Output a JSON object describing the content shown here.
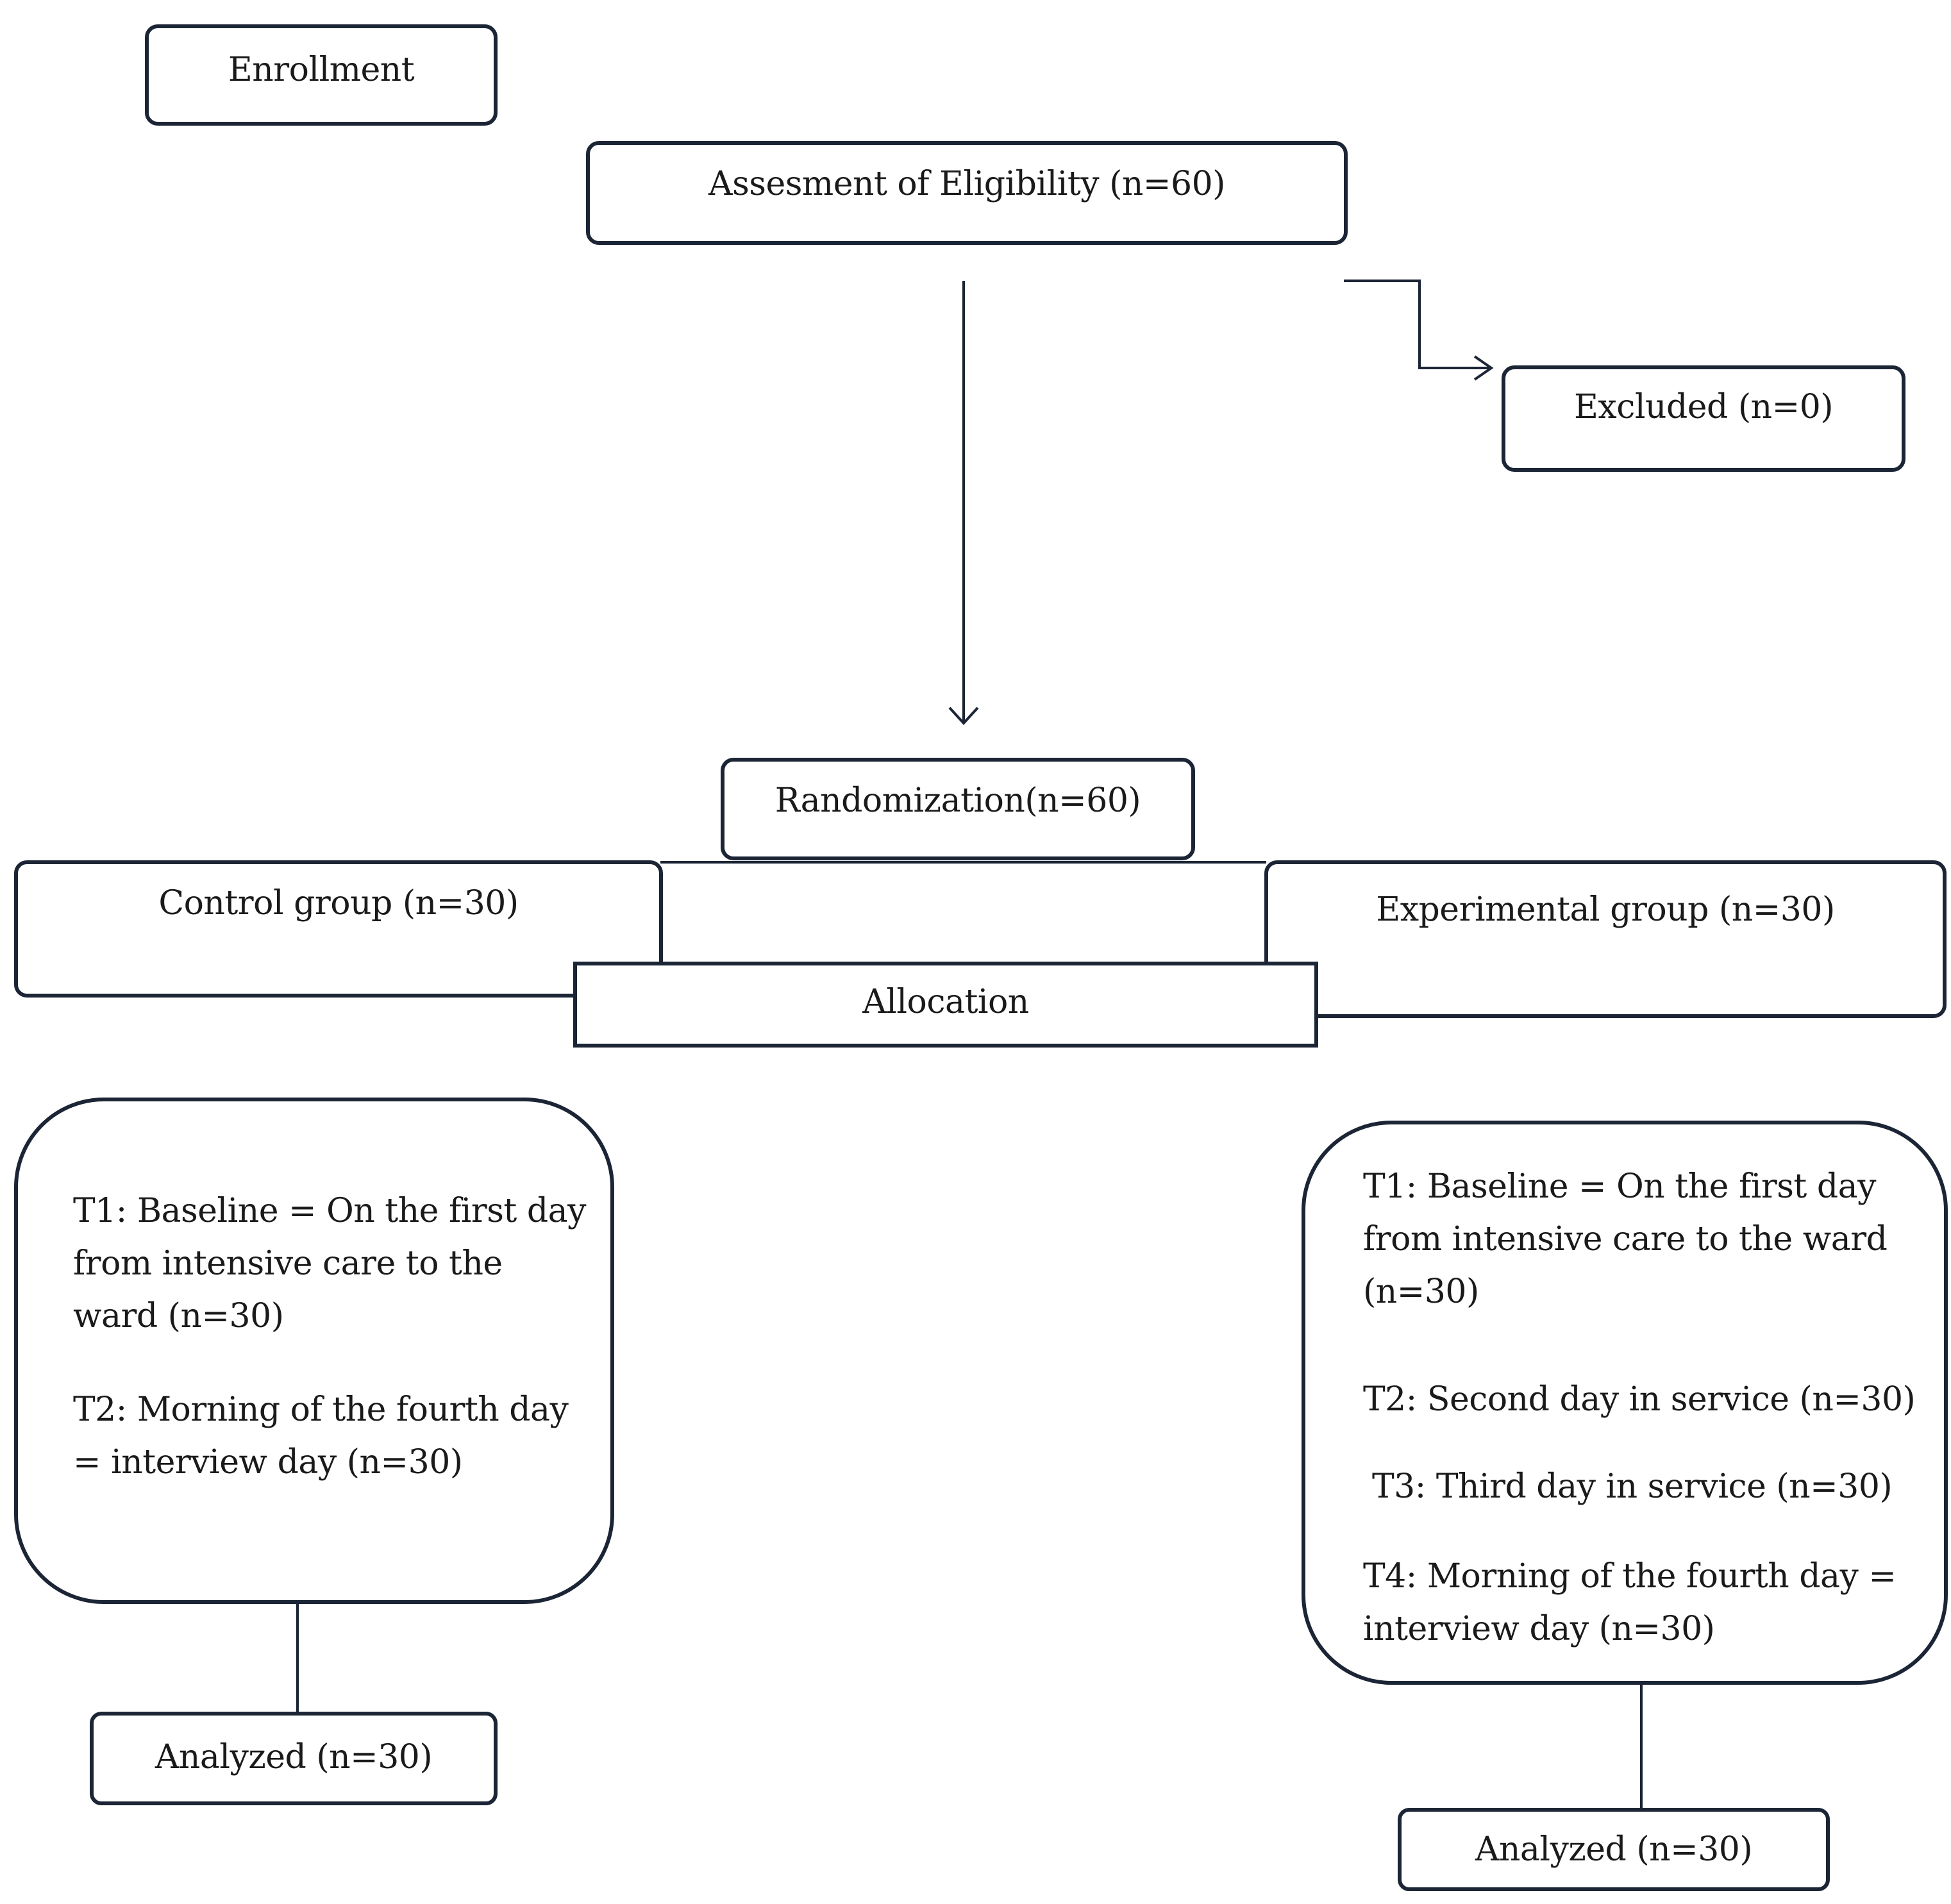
{
  "diagram": {
    "stroke_color": "#1b2535",
    "background_color": "#ffffff",
    "enrollment": {
      "label": "Enrollment"
    },
    "eligibility": {
      "label": "Assesment of Eligibility (n=60)"
    },
    "excluded": {
      "label": "Excluded (n=0)"
    },
    "randomization": {
      "label": "Randomization(n=60)"
    },
    "control_group": {
      "label": "Control group (n=30)"
    },
    "experimental_group": {
      "label": "Experimental group (n=30)"
    },
    "allocation": {
      "label": "Allocation"
    },
    "control_timeline": {
      "items": [
        "T1: Baseline = On the first day\nfrom intensive care to the\nward (n=30)",
        "T2: Morning of the fourth day\n= interview day (n=30)"
      ]
    },
    "experimental_timeline": {
      "items": [
        "T1: Baseline = On the first day\nfrom intensive care to the ward\n(n=30)",
        "T2: Second day in service (n=30)",
        "T3: Third day in service (n=30)",
        "T4: Morning of the fourth day =\ninterview day (n=30)"
      ]
    },
    "analyzed_control": {
      "label": "Analyzed (n=30)"
    },
    "analyzed_experimental": {
      "label": "Analyzed (n=30)"
    }
  }
}
